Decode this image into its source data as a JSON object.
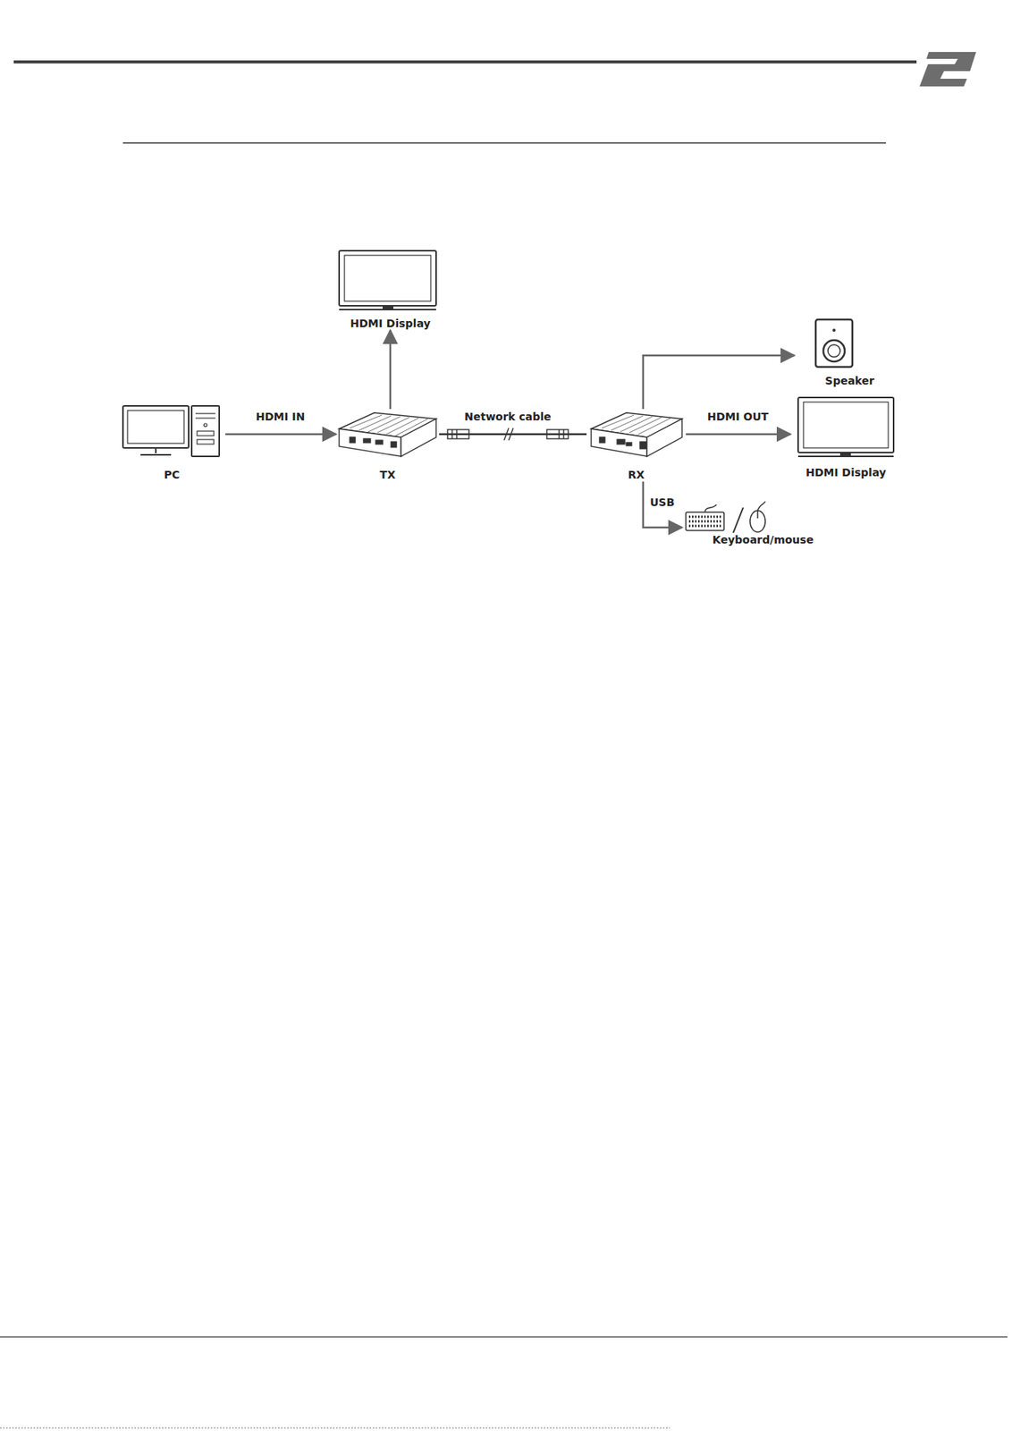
{
  "diagram": {
    "nodes": [
      {
        "text": [
          "HDMI Display"
        ]
      },
      {
        "text": [
          "Speaker"
        ]
      },
      {
        "text": [
          "PC"
        ]
      },
      {
        "text": [
          "TX"
        ]
      },
      {
        "text": [
          "RX"
        ]
      },
      {
        "text": [
          "HDMI Display"
        ]
      },
      {
        "text": [
          "Keyboard/mouse"
        ]
      }
    ],
    "edges": [
      {
        "from": 2,
        "to": 3,
        "label": "HDMI IN",
        "arrow": "to"
      },
      {
        "from": 3,
        "to": 0,
        "arrow": "to"
      },
      {
        "from": 3,
        "to": 4,
        "label": "Network cable",
        "arrow": "none"
      },
      {
        "from": 4,
        "to": 1,
        "arrow": "to"
      },
      {
        "from": 4,
        "to": 5,
        "label": "HDMI OUT",
        "arrow": "to"
      },
      {
        "from": 4,
        "to": 6,
        "label": "USB",
        "arrow": "to"
      }
    ]
  }
}
